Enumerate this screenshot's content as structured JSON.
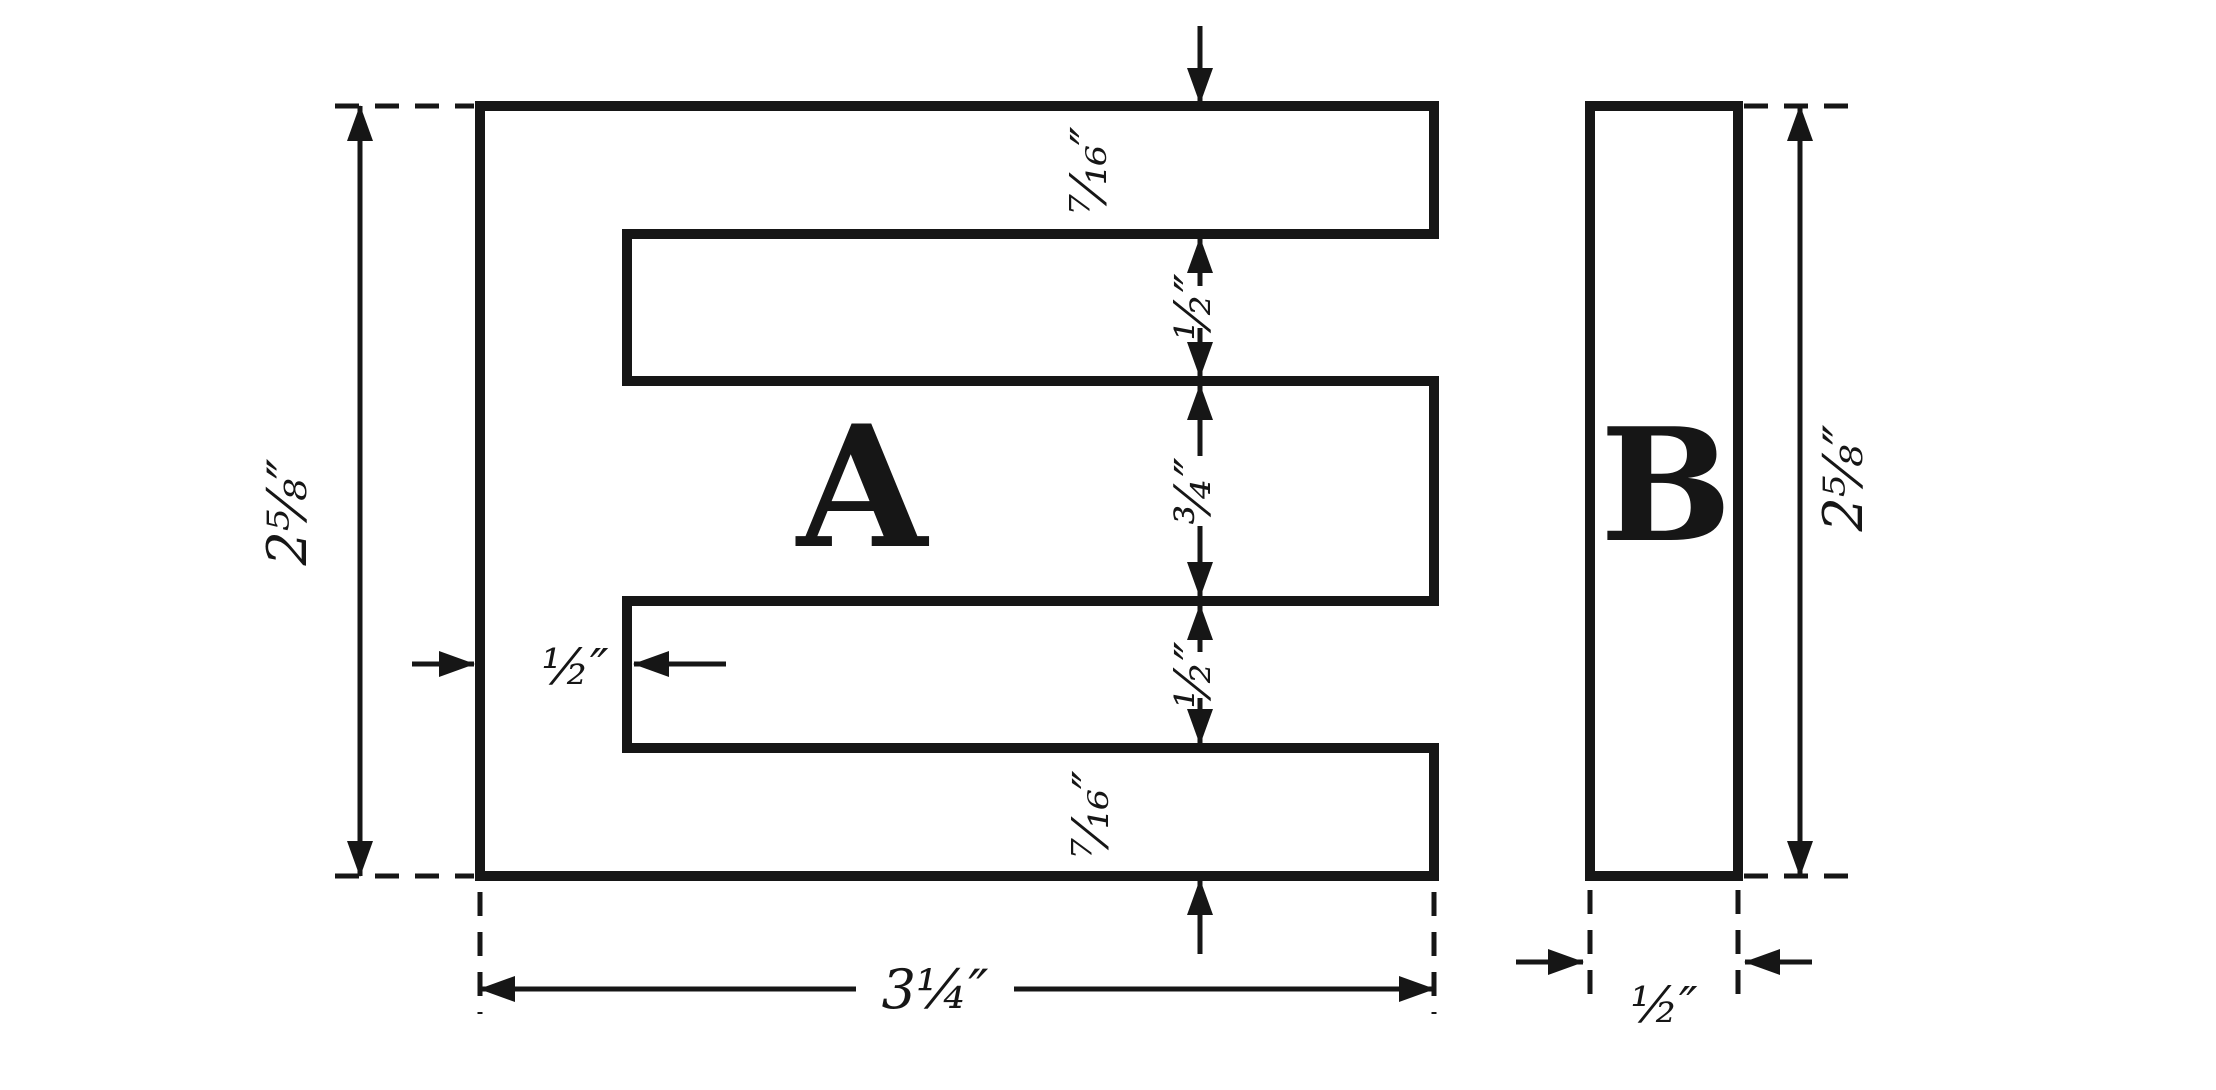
{
  "figure": {
    "background_color": "#ffffff",
    "ink_color": "#161616",
    "piece_a": {
      "label": "A"
    },
    "piece_b": {
      "label": "B"
    },
    "dimensions": {
      "a_overall_height": "2⅝″",
      "a_overall_width": "3¼″",
      "a_spine_width": "½″",
      "a_top_arm_thickness": "⁷⁄₁₆″",
      "a_upper_slot": "½″",
      "a_middle_arm_thickness": "¾″",
      "a_lower_slot": "½″",
      "a_bottom_arm_thickness": "⁷⁄₁₆″",
      "b_overall_height": "2⅝″",
      "b_width": "½″"
    }
  }
}
